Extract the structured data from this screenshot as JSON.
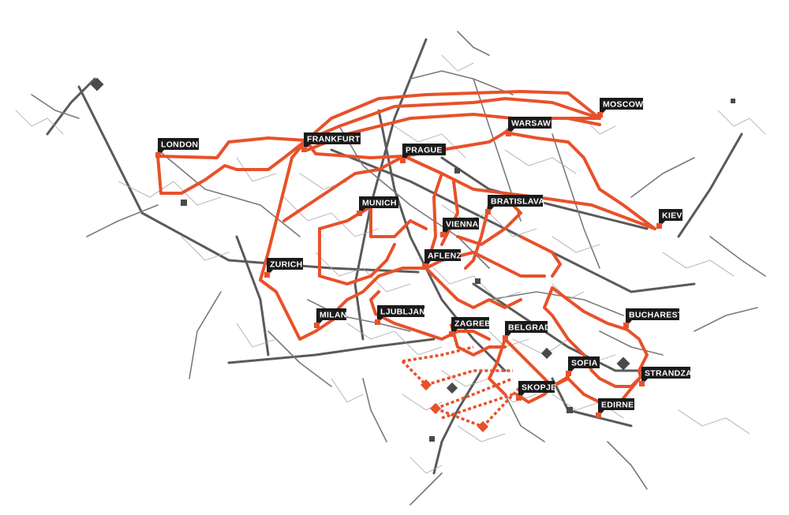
{
  "colors": {
    "background": "#ffffff",
    "route": "#e8512a",
    "grid_dark": "#555555",
    "grid_mid": "#7a7a7a",
    "grid_light": "#b0b0b0",
    "label_bg": "#1a1a1a",
    "label_text": "#ffffff"
  },
  "cities": [
    {
      "id": "london",
      "name": "LONDON"
    },
    {
      "id": "frankfurt",
      "name": "FRANKFURT"
    },
    {
      "id": "prague",
      "name": "PRAGUE"
    },
    {
      "id": "warsaw",
      "name": "WARSAW"
    },
    {
      "id": "moscow",
      "name": "MOSCOW"
    },
    {
      "id": "kiev",
      "name": "KIEV"
    },
    {
      "id": "munich",
      "name": "MUNICH"
    },
    {
      "id": "bratislava",
      "name": "BRATISLAVA"
    },
    {
      "id": "vienna",
      "name": "VIENNA"
    },
    {
      "id": "aflenz",
      "name": "AFLENZ"
    },
    {
      "id": "zurich",
      "name": "ZURICH"
    },
    {
      "id": "milan",
      "name": "MILAN"
    },
    {
      "id": "ljubljana",
      "name": "LJUBLJANA"
    },
    {
      "id": "zagreb",
      "name": "ZAGREB"
    },
    {
      "id": "belgrad",
      "name": "BELGRAD"
    },
    {
      "id": "bucharest",
      "name": "BUCHAREST"
    },
    {
      "id": "sofia",
      "name": "SOFIA"
    },
    {
      "id": "strandza",
      "name": "STRANDZA"
    },
    {
      "id": "skopje",
      "name": "SKOPJE"
    },
    {
      "id": "edirne",
      "name": "EDIRNE"
    }
  ]
}
